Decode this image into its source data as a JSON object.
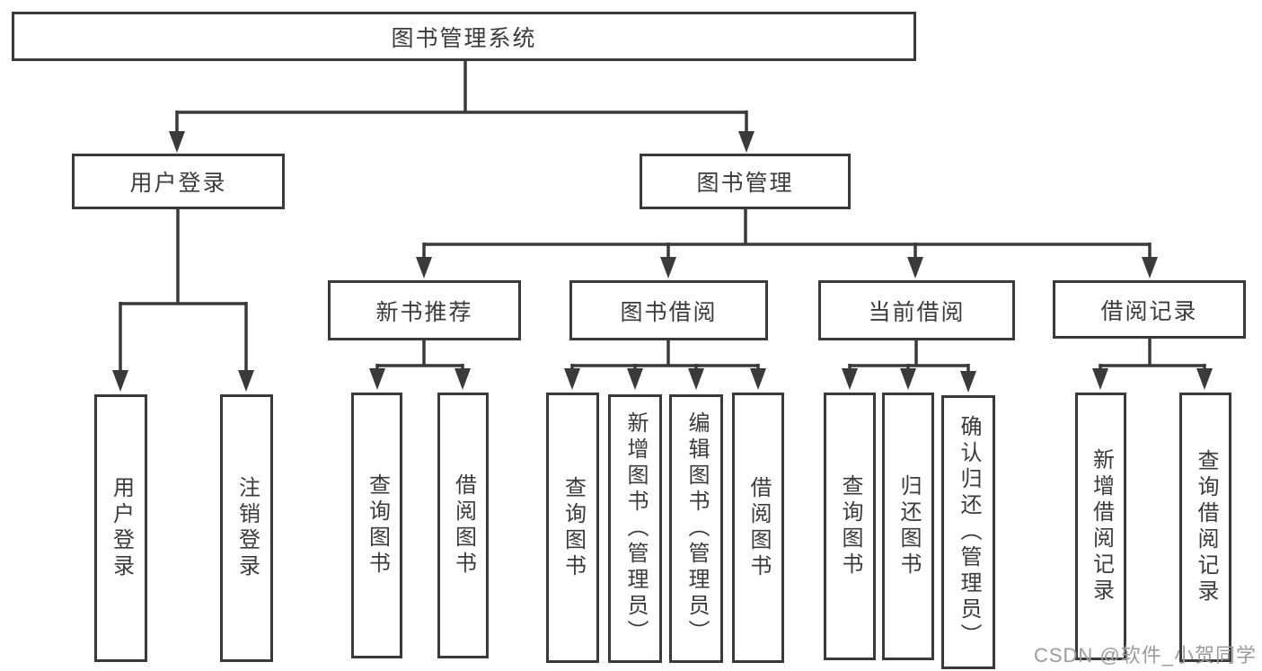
{
  "colors": {
    "line": "#3a3a3a",
    "text": "#3b3b3b",
    "background": "#ffffff",
    "watermark": "#9b9b9b"
  },
  "watermark": "CSDN @软件_小贺同学",
  "nodes": {
    "root": {
      "label": "图书管理系统"
    },
    "login": {
      "label": "用户登录",
      "children": [
        {
          "label": "用户登录"
        },
        {
          "label": "注销登录"
        }
      ]
    },
    "mgmt": {
      "label": "图书管理",
      "children": [
        {
          "label": "新书推荐",
          "children": [
            {
              "label": "查询图书"
            },
            {
              "label": "借阅图书"
            }
          ]
        },
        {
          "label": "图书借阅",
          "children": [
            {
              "label": "查询图书"
            },
            {
              "label": "新增图书（管理员）"
            },
            {
              "label": "编辑图书（管理员）"
            },
            {
              "label": "借阅图书"
            }
          ]
        },
        {
          "label": "当前借阅",
          "children": [
            {
              "label": "查询图书"
            },
            {
              "label": "归还图书"
            },
            {
              "label": "确认归还（管理员）"
            }
          ]
        },
        {
          "label": "借阅记录",
          "children": [
            {
              "label": "新增借阅记录"
            },
            {
              "label": "查询借阅记录"
            }
          ]
        }
      ]
    }
  }
}
